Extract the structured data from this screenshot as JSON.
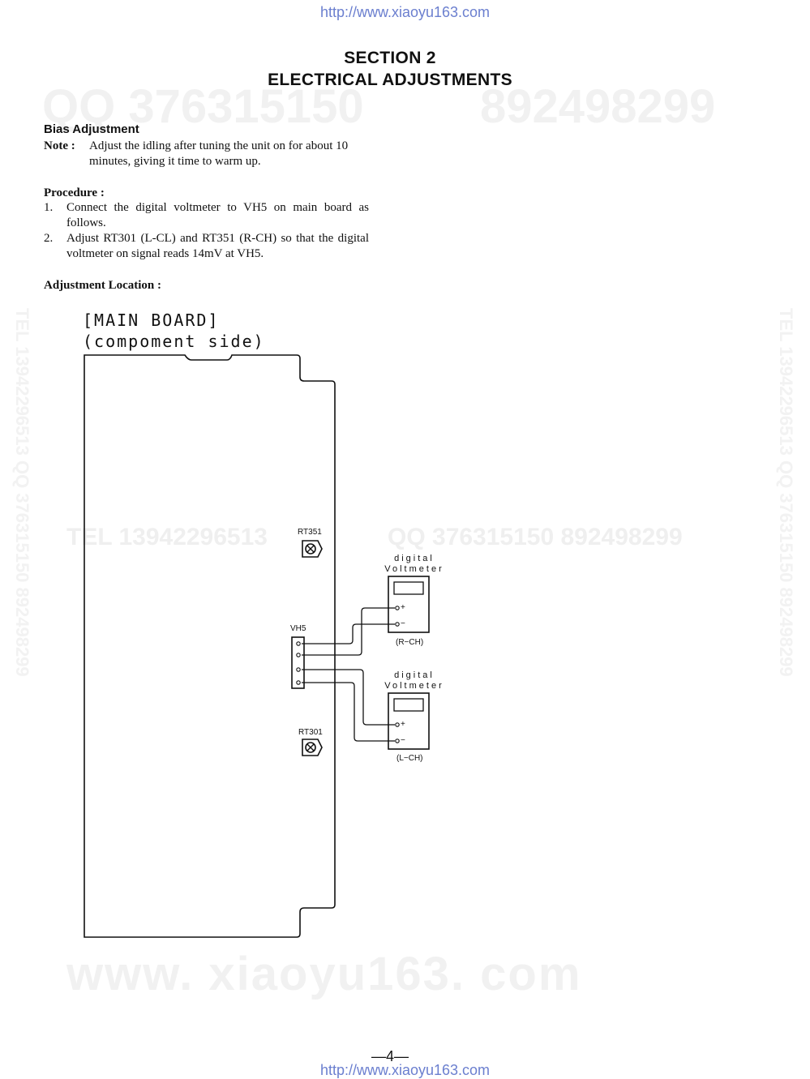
{
  "header_url": "http://www.xiaoyu163.com",
  "footer_url": "http://www.xiaoyu163.com",
  "section": {
    "line1": "SECTION 2",
    "line2": "ELECTRICAL ADJUSTMENTS"
  },
  "bias": {
    "heading": "Bias Adjustment",
    "note_label": "Note :",
    "note_line1": "Adjust the idling after tuning the unit on for about 10",
    "note_line2": "minutes, giving it time to warm up."
  },
  "procedure": {
    "heading": "Procedure :",
    "steps": [
      {
        "num": "1.",
        "text": "Connect the digital voltmeter to VH5 on main board as follows."
      },
      {
        "num": "2.",
        "text": "Adjust RT301 (L-CL) and RT351 (R-CH) so that the digital voltmeter on signal reads 14mV at VH5."
      }
    ]
  },
  "adjustment_location": "Adjustment Location :",
  "diagram": {
    "board_title": "[MAIN BOARD]",
    "board_subtitle": "(compoment side)",
    "rt351": "RT351",
    "rt301": "RT301",
    "vh5": "VH5",
    "meter_top": {
      "line1": "digital",
      "line2": "Voltmeter",
      "plus": "+",
      "minus": "−",
      "channel": "(R−CH)"
    },
    "meter_bottom": {
      "line1": "digital",
      "line2": "Voltmeter",
      "plus": "+",
      "minus": "−",
      "channel": "(L−CH)"
    }
  },
  "watermarks": {
    "qq_left": "QQ 376315150",
    "qq_right": "892498299",
    "tel_mid": "TEL 13942296513",
    "qq_mid": "QQ 376315150 892498299",
    "site": "www. xiaoyu163. com",
    "vertical_left": "TEL 13942296513 QQ 376315150 892498299",
    "vertical_right": "TEL 13942296513 QQ 376315150 892498299"
  },
  "page_number": "—4—"
}
